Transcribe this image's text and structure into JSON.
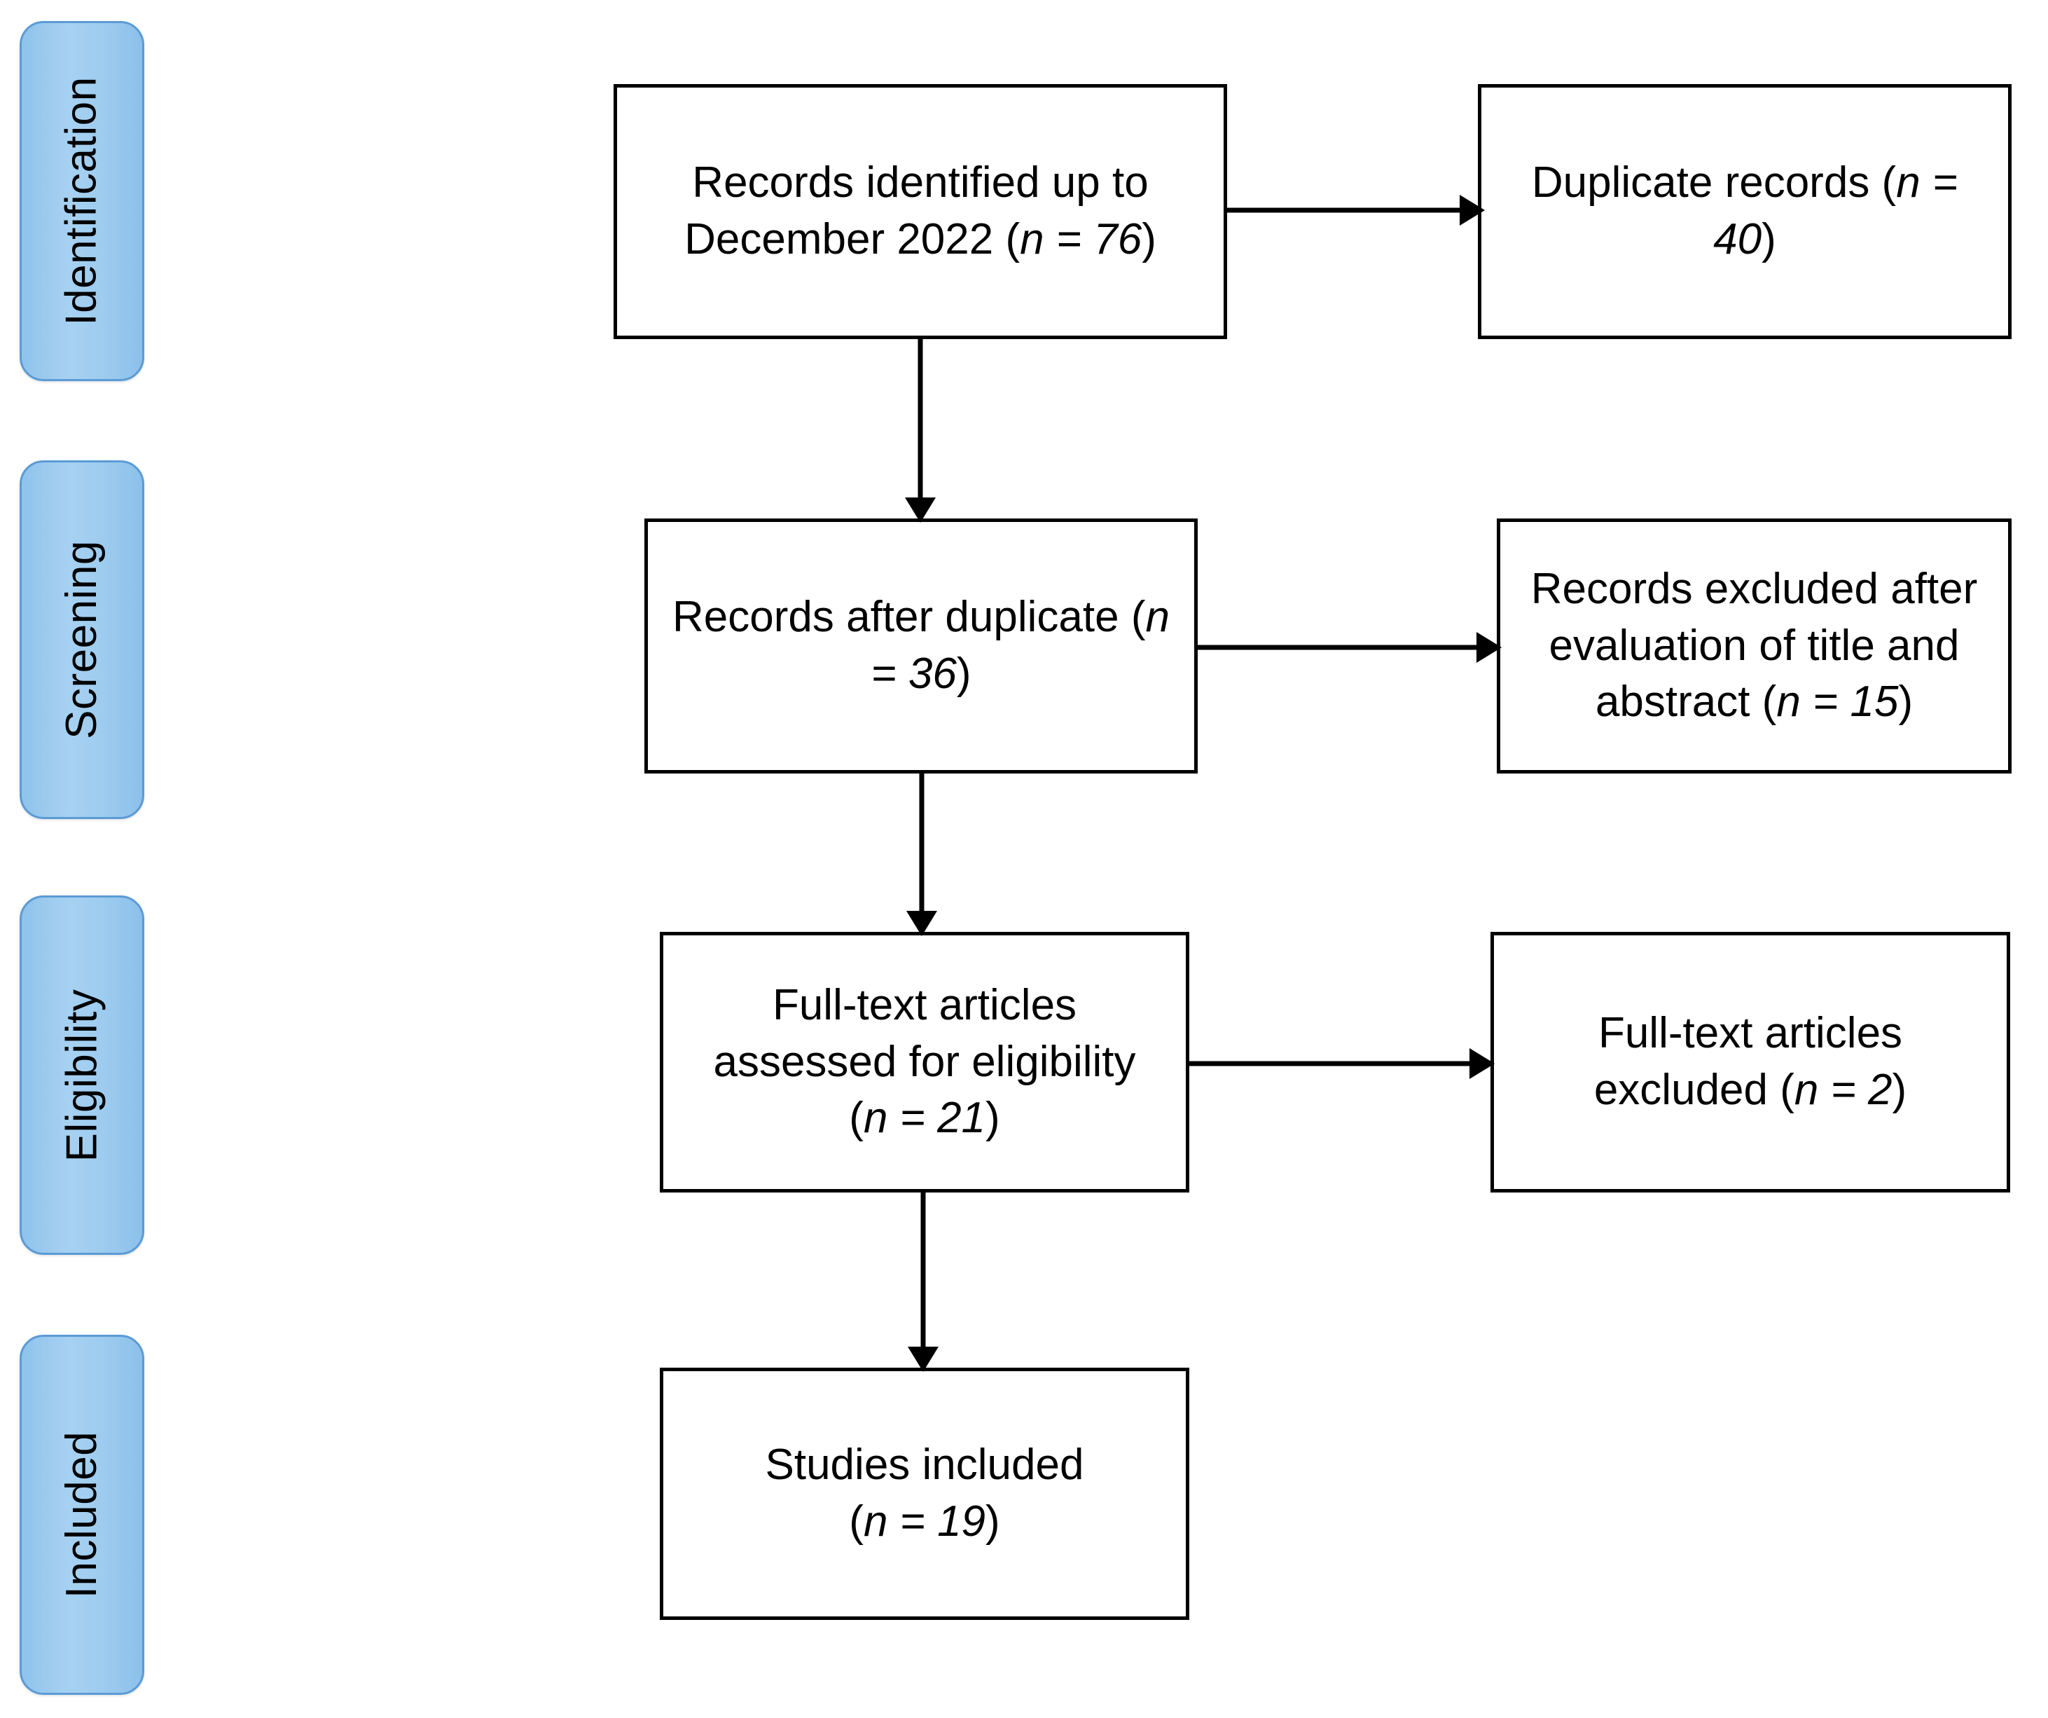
{
  "diagram": {
    "type": "prisma-flow-diagram",
    "stages": [
      {
        "id": "identification",
        "label": "Identification"
      },
      {
        "id": "screening",
        "label": "Screening"
      },
      {
        "id": "eligibility",
        "label": "Eligibility"
      },
      {
        "id": "included",
        "label": "Included"
      }
    ],
    "boxes": [
      {
        "id": "identified",
        "stage": "identification",
        "column": "main",
        "text_plain": "Records identified up to December 2022 (n = 76)",
        "text_html": "Records identified up to December 2022 (<i>n = 76</i>)",
        "count": 76
      },
      {
        "id": "duplicates",
        "stage": "identification",
        "column": "side",
        "text_plain": "Duplicate records (n = 40)",
        "text_html": "Duplicate records (<i>n = 40</i>)",
        "count": 40
      },
      {
        "id": "after-duplicate",
        "stage": "screening",
        "column": "main",
        "text_plain": "Records after duplicate (n = 36)",
        "text_html": "Records after duplicate (<i>n<br>= 36</i>)",
        "count": 36
      },
      {
        "id": "excluded-title-abstract",
        "stage": "screening",
        "column": "side",
        "text_plain": "Records excluded after evaluation of title and abstract (n = 15)",
        "text_html": "Records excluded after evaluation of title and abstract (<i>n = 15</i>)",
        "count": 15
      },
      {
        "id": "fulltext-assessed",
        "stage": "eligibility",
        "column": "main",
        "text_plain": "Full-text articles assessed for eligibility (n = 21)",
        "text_html": "Full-text articles assessed for eligibility<br>(<i>n = 21</i>)",
        "count": 21
      },
      {
        "id": "fulltext-excluded",
        "stage": "eligibility",
        "column": "side",
        "text_plain": "Full-text articles excluded (n = 2)",
        "text_html": "Full-text articles excluded (<i>n = 2</i>)",
        "count": 2
      },
      {
        "id": "studies-included",
        "stage": "included",
        "column": "main",
        "text_plain": "Studies included (n = 19)",
        "text_html": "Studies included<br>(<i>n = 19</i>)",
        "count": 19
      }
    ],
    "connectors": [
      {
        "id": "identified-to-duplicates",
        "from": "identified",
        "to": "duplicates",
        "direction": "right"
      },
      {
        "id": "identified-to-after-duplicate",
        "from": "identified",
        "to": "after-duplicate",
        "direction": "down"
      },
      {
        "id": "after-duplicate-to-excluded",
        "from": "after-duplicate",
        "to": "excluded-title-abstract",
        "direction": "right"
      },
      {
        "id": "after-duplicate-to-fulltext",
        "from": "after-duplicate",
        "to": "fulltext-assessed",
        "direction": "down"
      },
      {
        "id": "fulltext-to-fulltext-excluded",
        "from": "fulltext-assessed",
        "to": "fulltext-excluded",
        "direction": "right"
      },
      {
        "id": "fulltext-to-included",
        "from": "fulltext-assessed",
        "to": "studies-included",
        "direction": "down"
      }
    ],
    "colors": {
      "stage_fill_light": "#A7D1F1",
      "stage_fill_dark": "#8CC0EA",
      "stage_border": "#5B9BD5",
      "box_border": "#000000",
      "box_fill": "#FFFFFF",
      "text": "#000000",
      "background": "#FFFFFF"
    }
  }
}
